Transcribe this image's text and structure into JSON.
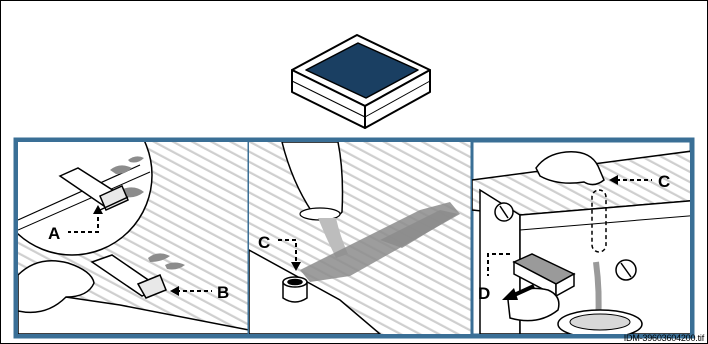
{
  "colors": {
    "panel_border": "#3a6f96",
    "ink": "#000000",
    "griddle_stripe": "#d2d2d2",
    "grease": "#8c8c8c",
    "pad_top": "#1a3f62"
  },
  "callouts": {
    "a": "A",
    "b": "B",
    "c_left": "C",
    "c_right": "C",
    "d": "D"
  },
  "document_code": "IDM-39603604200.tif",
  "icons": [
    "cleaning-pad-icon",
    "scraper-icon",
    "hand-icon",
    "cleaning-cup-icon",
    "grease-tray-icon",
    "control-knob-icon"
  ]
}
